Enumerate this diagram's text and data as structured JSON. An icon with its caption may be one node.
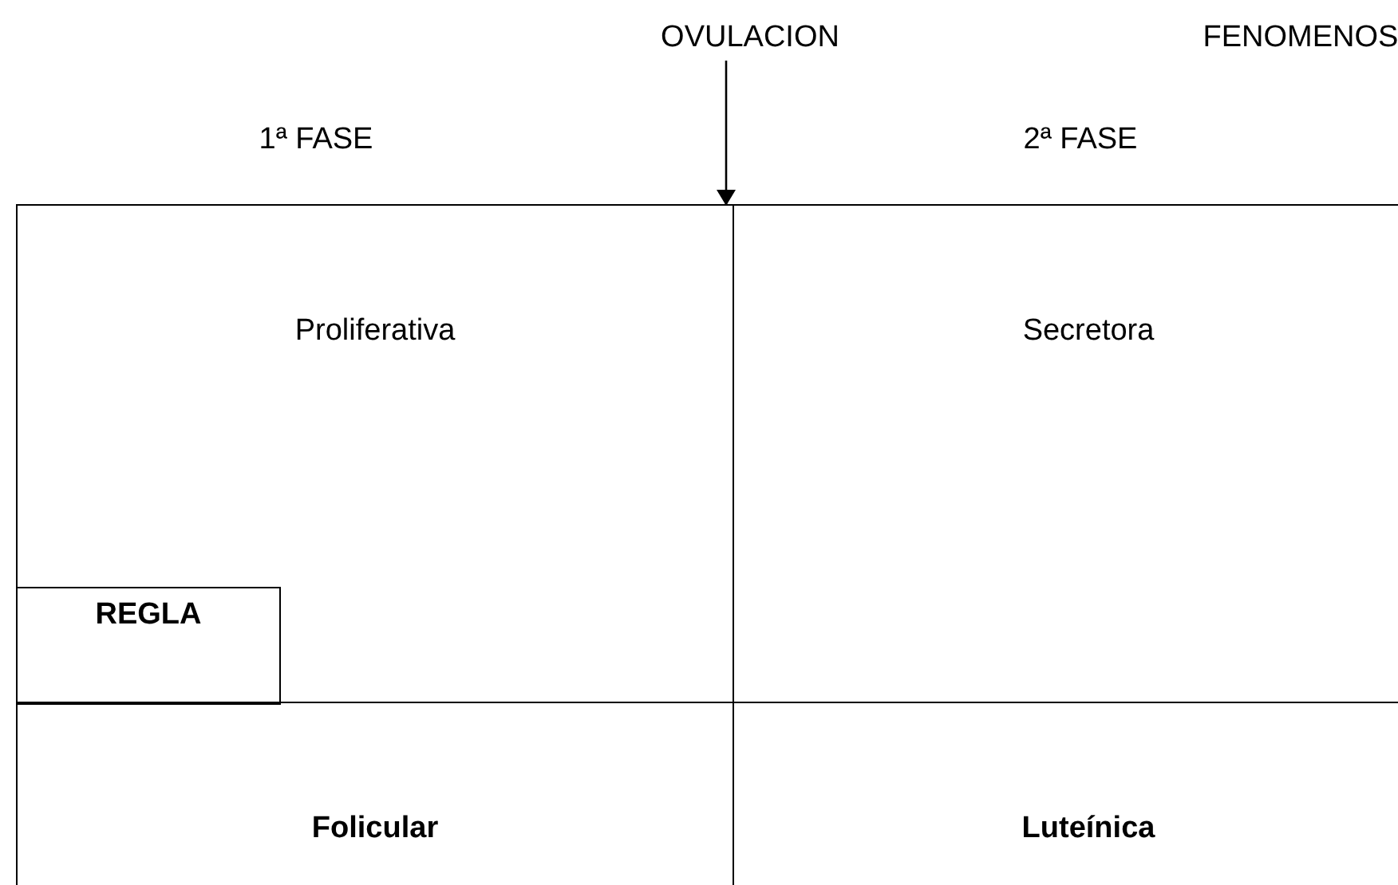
{
  "diagram": {
    "nodes": [
      {
        "text": [
          "OVULACION"
        ]
      },
      {
        "text": [
          "Proliferativa"
        ]
      },
      {
        "text": [
          "REGLA"
        ],
        "in": 1
      },
      {
        "text": [
          "Secretora"
        ]
      },
      {
        "text": [
          "Folicular"
        ]
      },
      {
        "text": [
          "Luteínica"
        ]
      }
    ],
    "edges": [
      {
        "from": 0,
        "to": 1,
        "arrow": "to"
      }
    ],
    "labels": [
      "FENOMENOS",
      "1ª FASE",
      "2ª FASE"
    ]
  }
}
